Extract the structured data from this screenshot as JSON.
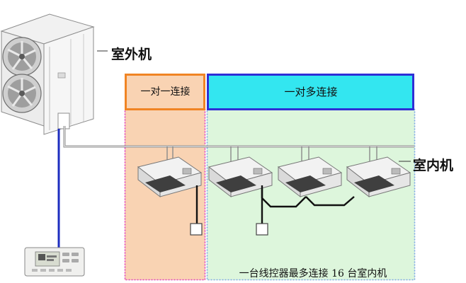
{
  "labels": {
    "outdoor_unit": "室外机",
    "indoor_unit": "室内机",
    "one_to_one": "一对一连接",
    "one_to_many": "一对多连接",
    "caption": "一台线控器最多连接 16 台室内机"
  },
  "colors": {
    "one_to_one_border": "#f08424",
    "one_to_many_border": "#2f2fd6",
    "one_to_many_fill": "#33e6f0",
    "one_to_one_zone": "#f9d3b3",
    "one_to_many_zone": "#ddf6dc",
    "pink_dotted": "#e040c8",
    "blue_dotted": "#7fa6e8",
    "controller_wire": "#1d2dbf"
  },
  "indoor_unit_count": 4
}
